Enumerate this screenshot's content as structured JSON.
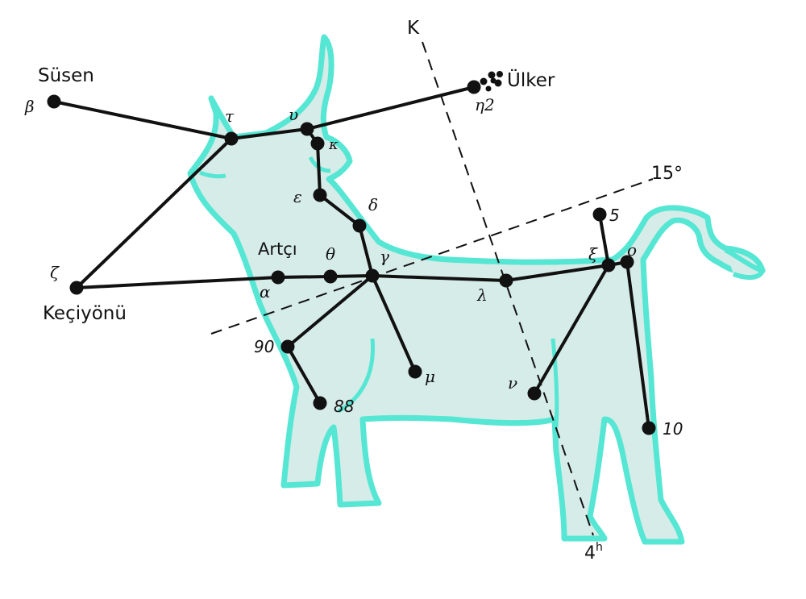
{
  "colors": {
    "body_fill": "#d6ece8",
    "body_outline": "#55e6d4",
    "lines": "#111111"
  },
  "labels": {
    "susen": "Süsen",
    "ulker": "Ülker",
    "keciyonu": "Keçiyönü",
    "artci": "Artçı",
    "k_axis": "K",
    "deg15": "15°",
    "hour4_base": "4",
    "hour4_sup": "h"
  },
  "stars": {
    "beta": "β",
    "tau": "τ",
    "upsilon": "υ",
    "kappa": "κ",
    "epsilon": "ε",
    "delta": "δ",
    "eta2": "η2",
    "gamma": "γ",
    "theta": "θ",
    "alpha": "α",
    "zeta": "ζ",
    "lambda": "λ",
    "xi": "ξ",
    "omicron": "ο",
    "s5": "5",
    "nu": "ν",
    "s10": "10",
    "mu": "μ",
    "s90": "90",
    "s88": "88"
  }
}
